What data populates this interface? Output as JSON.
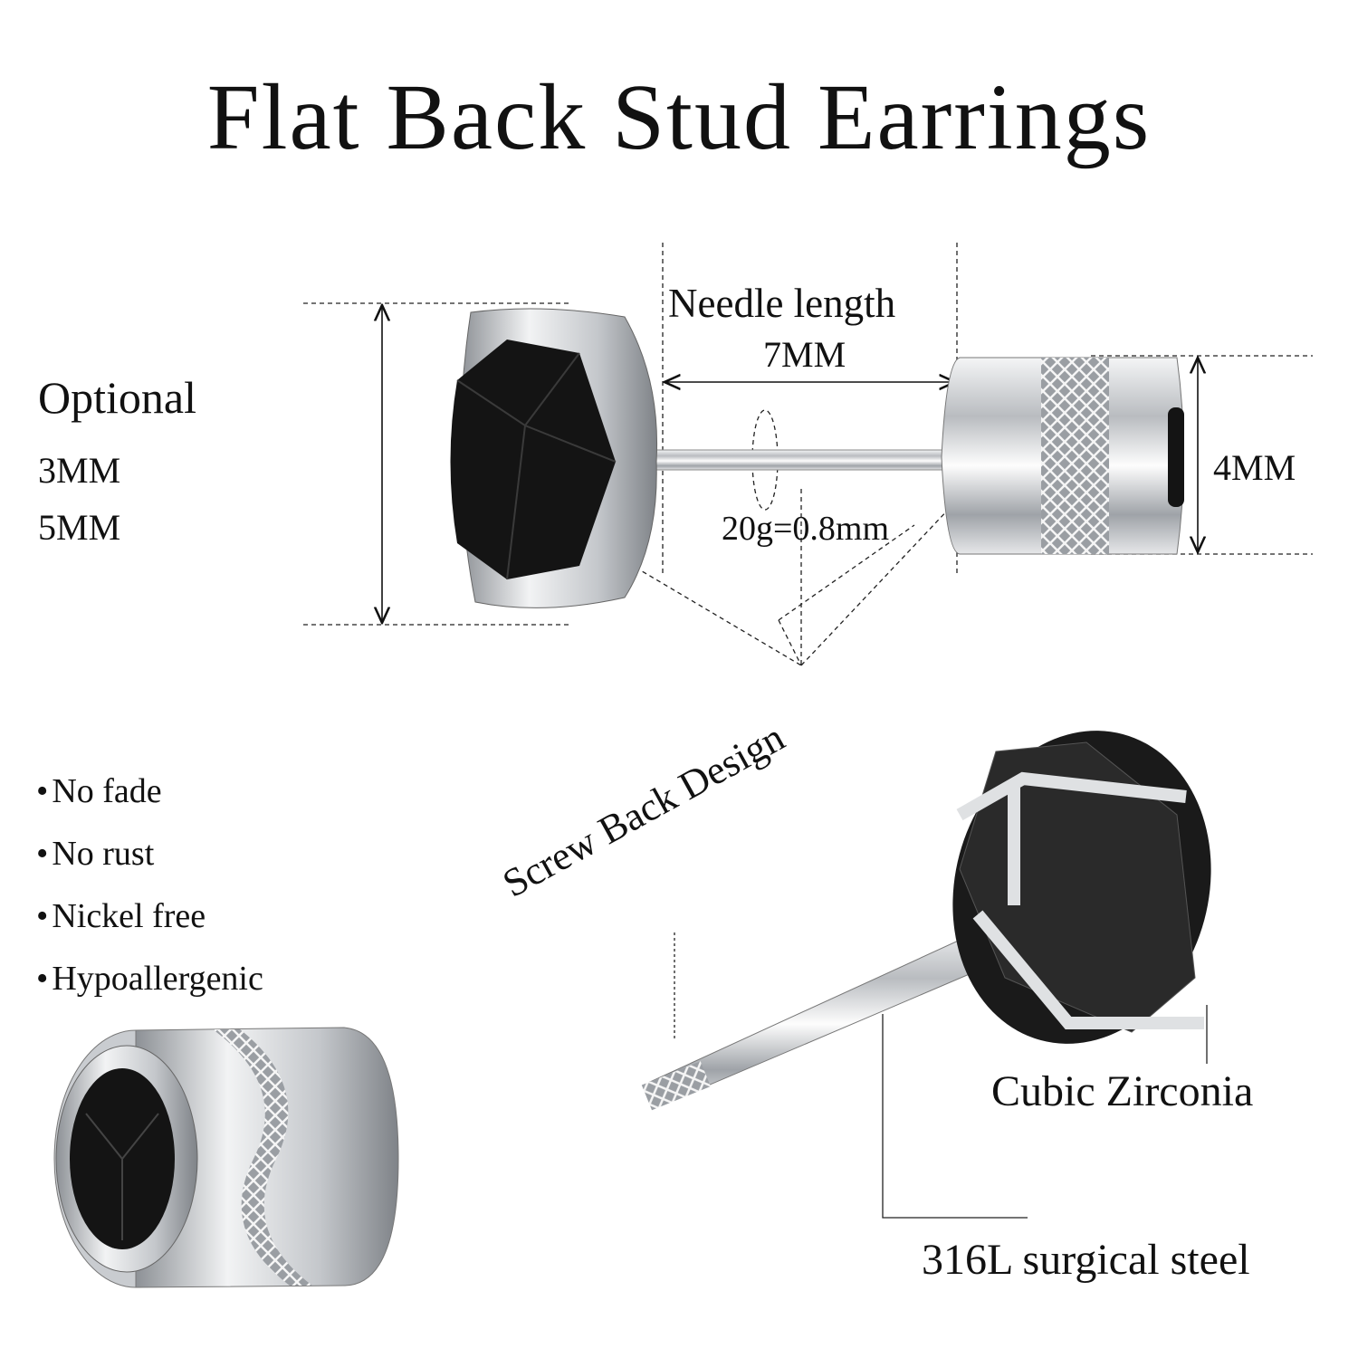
{
  "title": "Flat Back Stud Earrings",
  "dimensions": {
    "needle_label": "Needle length",
    "needle_length": "7MM",
    "optional_label": "Optional",
    "optional_sizes": [
      "3MM",
      "5MM"
    ],
    "back_size": "4MM",
    "gauge": "20g=0.8mm"
  },
  "features": [
    "No fade",
    "No rust",
    "Nickel free",
    "Hypoallergenic"
  ],
  "callouts": {
    "screw_back": "Screw Back Design",
    "stone": "Cubic Zirconia",
    "material": "316L surgical steel"
  },
  "colors": {
    "steel": "#c9ccd0",
    "gem": "#141414",
    "text": "#111111"
  }
}
